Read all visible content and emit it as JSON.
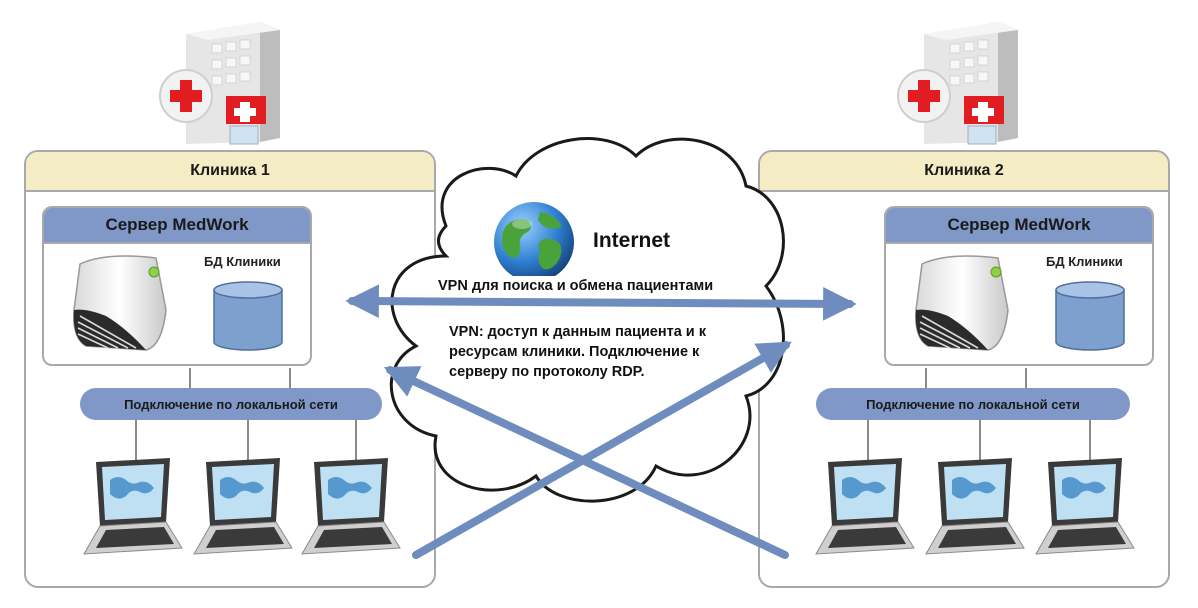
{
  "clinics": [
    {
      "title": "Клиника 1",
      "server_title": "Сервер MedWork",
      "db_label": "БД Клиники",
      "lan_label": "Подключение по локальной сети",
      "hospital_icon": "hospital-building-icon",
      "server_icon": "server-tower-icon",
      "db_icon": "database-cylinder-icon",
      "laptop_icon": "laptop-icon"
    },
    {
      "title": "Клиника 2",
      "server_title": "Сервер MedWork",
      "db_label": "БД Клиники",
      "lan_label": "Подключение по локальной сети",
      "hospital_icon": "hospital-building-icon",
      "server_icon": "server-tower-icon",
      "db_icon": "database-cylinder-icon",
      "laptop_icon": "laptop-icon"
    }
  ],
  "internet": {
    "label": "Internet",
    "globe_icon": "globe-icon",
    "vpn_search": "VPN для поиска и обмена пациентами",
    "vpn_access_lines": [
      "VPN: доступ к данным пациента и к",
      "ресурсам клиники. Подключение к",
      "серверу по протоколу RDP."
    ]
  },
  "colors": {
    "arrow": "#6f8cbf",
    "header_fill": "#f3ecc4",
    "server_header_fill": "#7f98c7",
    "db_fill": "#7ea0cf",
    "border": "#a9a9a9",
    "red_cross": "#e21c23"
  }
}
